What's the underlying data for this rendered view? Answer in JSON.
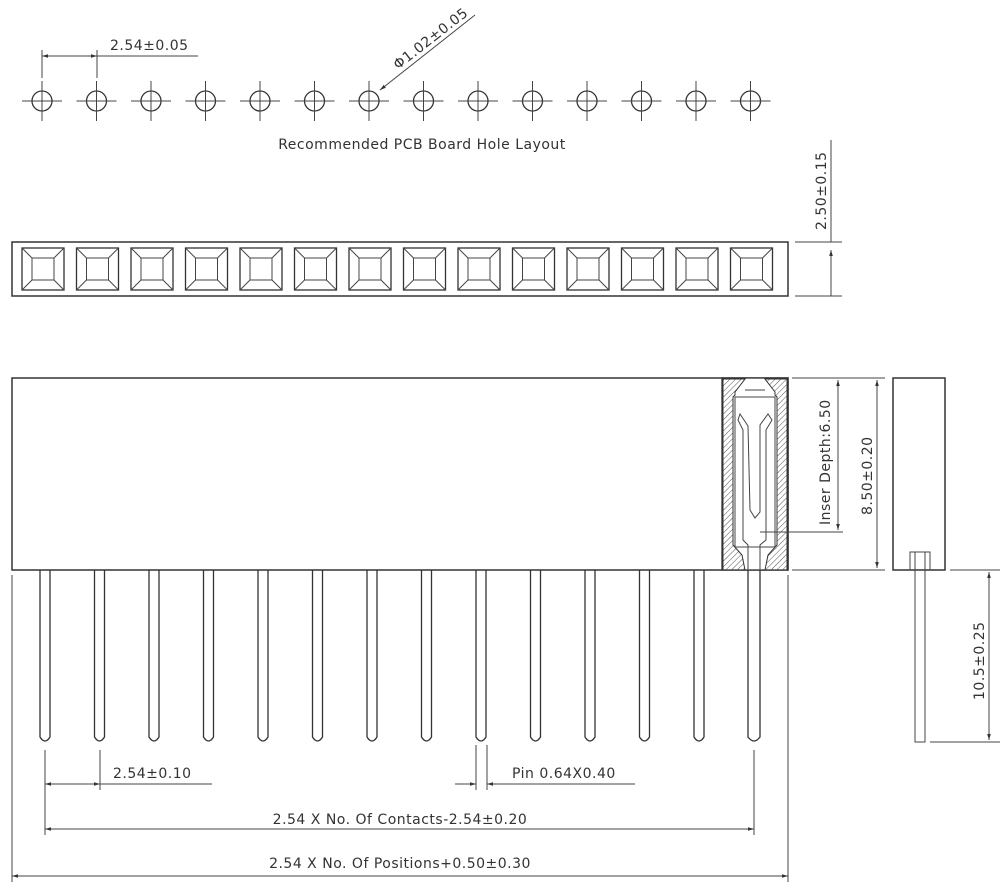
{
  "drawing": {
    "positions": 14,
    "hole_layout": {
      "pitch_label": "2.54±0.05",
      "hole_diameter_label": "Φ1.02±0.05",
      "caption": "Recommended PCB Board Hole Layout"
    },
    "top_view": {
      "width_label": "2.50±0.15"
    },
    "side_view": {
      "insert_depth_label": "Inser Depth:6.50",
      "height_label": "8.50±0.20",
      "pin_length_label": "10.5±0.25",
      "pin_pitch_label": "2.54±0.10",
      "pin_size_label": "Pin 0.64X0.40",
      "contacts_length_label": "2.54 X No. Of Contacts-2.54±0.20",
      "overall_length_label": "2.54 X No. Of Positions+0.50±0.30"
    },
    "colors": {
      "line": "#333333",
      "background": "#ffffff"
    }
  }
}
